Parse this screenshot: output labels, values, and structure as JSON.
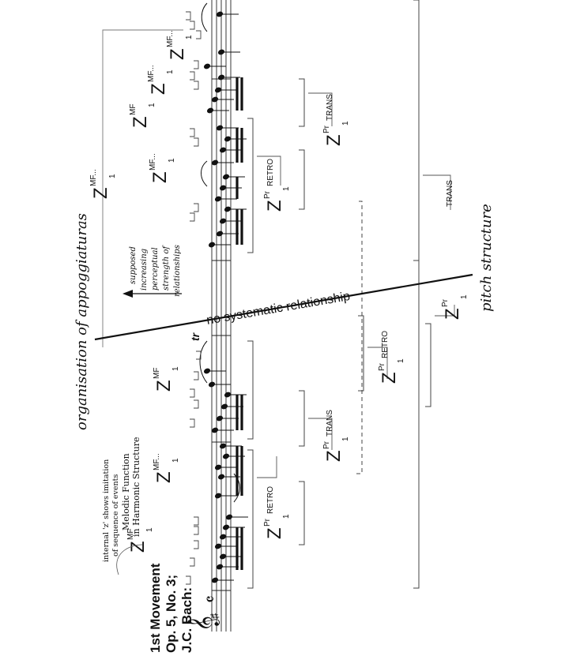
{
  "title": {
    "line1": "J.C. Bach:",
    "line2": "Op. 5, No. 3;",
    "line3": "1st Movement"
  },
  "axis_labels": {
    "appoggiaturas": "organisation of appoggiaturas",
    "pitch": "pitch structure"
  },
  "divider_label": "no systematic relationship",
  "annotations": {
    "internal_z": [
      "internal 'z' shows imitation",
      "of sequence of events"
    ],
    "melodic_function": [
      "Melodic Function",
      "in Harmonic Structure"
    ],
    "strength": [
      "supposed",
      "increasing",
      "perceptual",
      "strength of",
      "relationships"
    ]
  },
  "symbols": {
    "z": "Z",
    "subscript": "1",
    "mf": "MF",
    "mf_ellipsis": "MF...",
    "pr": "Pr",
    "retro": "RETRO",
    "trans": "TRANS"
  },
  "music": {
    "clef": "𝄞",
    "time": "𝄴",
    "sharp": "♯",
    "trill": "tr"
  }
}
